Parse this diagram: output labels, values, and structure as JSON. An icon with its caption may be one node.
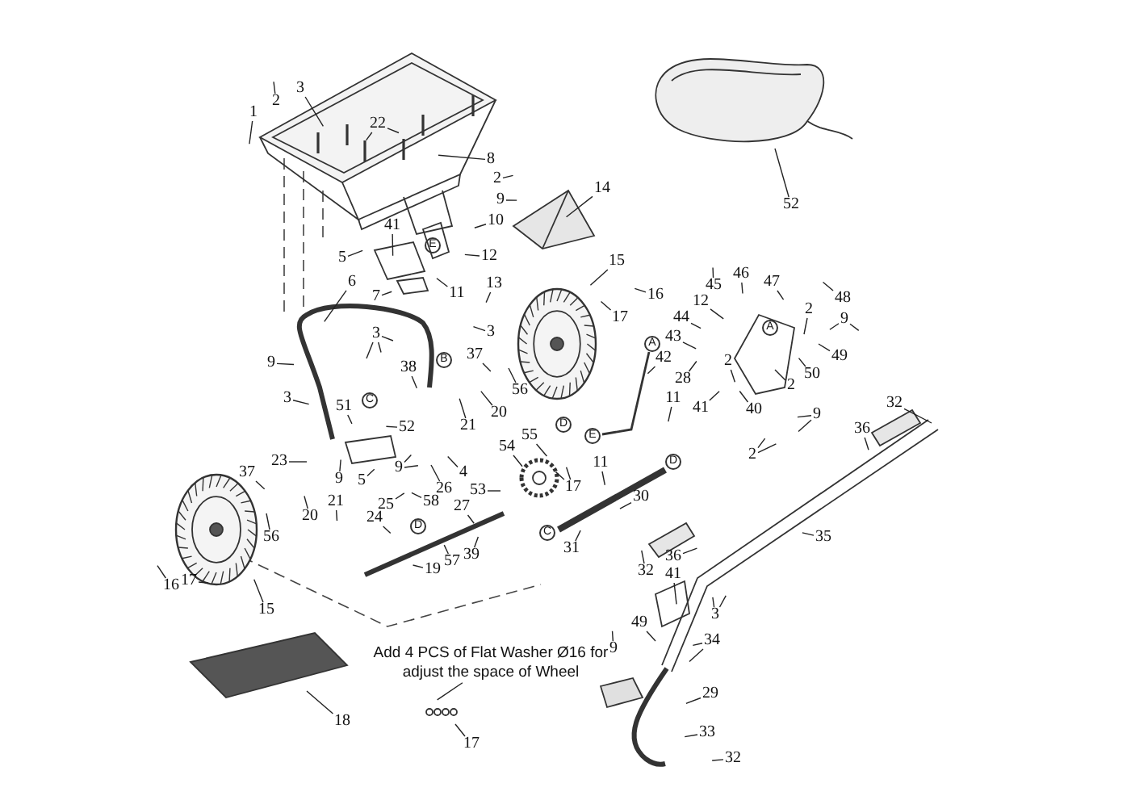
{
  "diagram": {
    "nodes": [
      {
        "text": [
          "1"
        ]
      },
      {
        "text": [
          "2"
        ]
      },
      {
        "text": [
          "3"
        ]
      },
      {
        "text": [
          "22"
        ]
      },
      {
        "text": [
          "8"
        ]
      },
      {
        "text": [
          "2"
        ]
      },
      {
        "text": [
          "9"
        ]
      },
      {
        "text": [
          "10"
        ]
      },
      {
        "text": [
          "41"
        ]
      },
      {
        "text": [
          "12"
        ]
      },
      {
        "text": [
          "5"
        ]
      },
      {
        "text": [
          "13"
        ]
      },
      {
        "text": [
          "6"
        ]
      },
      {
        "text": [
          "7"
        ]
      },
      {
        "text": [
          "11"
        ]
      },
      {
        "text": [
          "14"
        ]
      },
      {
        "text": [
          "52"
        ]
      },
      {
        "text": [
          "15"
        ]
      },
      {
        "text": [
          "16"
        ]
      },
      {
        "text": [
          "17"
        ]
      },
      {
        "text": [
          "3"
        ]
      },
      {
        "text": [
          "9"
        ]
      },
      {
        "text": [
          "3"
        ]
      },
      {
        "text": [
          "38"
        ]
      },
      {
        "text": [
          "37"
        ]
      },
      {
        "text": [
          "56"
        ]
      },
      {
        "text": [
          "20"
        ]
      },
      {
        "text": [
          "21"
        ]
      },
      {
        "text": [
          "3"
        ]
      },
      {
        "text": [
          "51"
        ]
      },
      {
        "text": [
          "52"
        ]
      },
      {
        "text": [
          "23"
        ]
      },
      {
        "text": [
          "9"
        ]
      },
      {
        "text": [
          "9"
        ]
      },
      {
        "text": [
          "5"
        ]
      },
      {
        "text": [
          "4"
        ]
      },
      {
        "text": [
          "26"
        ]
      },
      {
        "text": [
          "37"
        ]
      },
      {
        "text": [
          "20"
        ]
      },
      {
        "text": [
          "21"
        ]
      },
      {
        "text": [
          "56"
        ]
      },
      {
        "text": [
          "25"
        ]
      },
      {
        "text": [
          "24"
        ]
      },
      {
        "text": [
          "58"
        ]
      },
      {
        "text": [
          "27"
        ]
      },
      {
        "text": [
          "53"
        ]
      },
      {
        "text": [
          "54"
        ]
      },
      {
        "text": [
          "55"
        ]
      },
      {
        "text": [
          "17"
        ]
      },
      {
        "text": [
          "11"
        ]
      },
      {
        "text": [
          "30"
        ]
      },
      {
        "text": [
          "31"
        ]
      },
      {
        "text": [
          "39"
        ]
      },
      {
        "text": [
          "57"
        ]
      },
      {
        "text": [
          "19"
        ]
      },
      {
        "text": [
          "36"
        ]
      },
      {
        "text": [
          "32"
        ]
      },
      {
        "text": [
          "41"
        ]
      },
      {
        "text": [
          "16"
        ]
      },
      {
        "text": [
          "17"
        ]
      },
      {
        "text": [
          "15"
        ]
      },
      {
        "text": [
          "45"
        ]
      },
      {
        "text": [
          "46"
        ]
      },
      {
        "text": [
          "47"
        ]
      },
      {
        "text": [
          "48"
        ]
      },
      {
        "text": [
          "12"
        ]
      },
      {
        "text": [
          "44"
        ]
      },
      {
        "text": [
          "2"
        ]
      },
      {
        "text": [
          "9"
        ]
      },
      {
        "text": [
          "43"
        ]
      },
      {
        "text": [
          "42"
        ]
      },
      {
        "text": [
          "49"
        ]
      },
      {
        "text": [
          "2"
        ]
      },
      {
        "text": [
          "50"
        ]
      },
      {
        "text": [
          "28"
        ]
      },
      {
        "text": [
          "2"
        ]
      },
      {
        "text": [
          "11"
        ]
      },
      {
        "text": [
          "41"
        ]
      },
      {
        "text": [
          "40"
        ]
      },
      {
        "text": [
          "9"
        ]
      },
      {
        "text": [
          "2"
        ]
      },
      {
        "text": [
          "32"
        ]
      },
      {
        "text": [
          "36"
        ]
      },
      {
        "text": [
          "35"
        ]
      },
      {
        "text": [
          "3"
        ]
      },
      {
        "text": [
          "49"
        ]
      },
      {
        "text": [
          "34"
        ]
      },
      {
        "text": [
          "9"
        ]
      },
      {
        "text": [
          "29"
        ]
      },
      {
        "text": [
          "33"
        ]
      },
      {
        "text": [
          "32"
        ]
      },
      {
        "text": [
          "18"
        ]
      },
      {
        "text": [
          "17"
        ]
      },
      {
        "text": [
          "Add 4 PCS of Flat Washer Ø16 for adjust the space of Wheel"
        ]
      }
    ],
    "edges": [
      {
        "from": 0,
        "to": null,
        "arrow": "none"
      },
      {
        "from": 1,
        "to": null,
        "arrow": "none"
      },
      {
        "from": 2,
        "to": null,
        "arrow": "none"
      },
      {
        "from": 3,
        "to": null,
        "arrow": "none"
      },
      {
        "from": 3,
        "to": null,
        "arrow": "none"
      },
      {
        "from": 4,
        "to": null,
        "arrow": "none"
      },
      {
        "from": 5,
        "to": null,
        "arrow": "none"
      },
      {
        "from": 6,
        "to": null,
        "arrow": "none"
      },
      {
        "from": 7,
        "to": null,
        "arrow": "none"
      },
      {
        "from": 8,
        "to": null,
        "arrow": "none"
      },
      {
        "from": 9,
        "to": null,
        "arrow": "none"
      },
      {
        "from": 10,
        "to": null,
        "arrow": "none"
      },
      {
        "from": 11,
        "to": null,
        "arrow": "none"
      },
      {
        "from": 12,
        "to": null,
        "arrow": "none"
      },
      {
        "from": 13,
        "to": null,
        "arrow": "none"
      },
      {
        "from": 14,
        "to": null,
        "arrow": "none"
      },
      {
        "from": 15,
        "to": null,
        "arrow": "none"
      },
      {
        "from": 16,
        "to": null,
        "arrow": "none"
      },
      {
        "from": 17,
        "to": null,
        "arrow": "none"
      },
      {
        "from": 18,
        "to": null,
        "arrow": "none"
      },
      {
        "from": 19,
        "to": null,
        "arrow": "none"
      },
      {
        "from": 20,
        "to": null,
        "arrow": "none"
      },
      {
        "from": 21,
        "to": null,
        "arrow": "none"
      },
      {
        "from": 22,
        "to": null,
        "arrow": "none"
      },
      {
        "from": 22,
        "to": null,
        "arrow": "none"
      },
      {
        "from": 22,
        "to": null,
        "arrow": "none"
      },
      {
        "from": 23,
        "to": null,
        "arrow": "none"
      },
      {
        "from": 24,
        "to": null,
        "arrow": "none"
      },
      {
        "from": 25,
        "to": null,
        "arrow": "none"
      },
      {
        "from": 26,
        "to": null,
        "arrow": "none"
      },
      {
        "from": 27,
        "to": null,
        "arrow": "none"
      },
      {
        "from": 28,
        "to": null,
        "arrow": "none"
      },
      {
        "from": 29,
        "to": null,
        "arrow": "none"
      },
      {
        "from": 30,
        "to": null,
        "arrow": "none"
      },
      {
        "from": 31,
        "to": null,
        "arrow": "none"
      },
      {
        "from": 32,
        "to": null,
        "arrow": "none"
      },
      {
        "from": 32,
        "to": null,
        "arrow": "none"
      },
      {
        "from": 33,
        "to": null,
        "arrow": "none"
      },
      {
        "from": 34,
        "to": null,
        "arrow": "none"
      },
      {
        "from": 35,
        "to": null,
        "arrow": "none"
      },
      {
        "from": 36,
        "to": null,
        "arrow": "none"
      },
      {
        "from": 37,
        "to": null,
        "arrow": "none"
      },
      {
        "from": 38,
        "to": null,
        "arrow": "none"
      },
      {
        "from": 39,
        "to": null,
        "arrow": "none"
      },
      {
        "from": 40,
        "to": null,
        "arrow": "none"
      },
      {
        "from": 41,
        "to": null,
        "arrow": "none"
      },
      {
        "from": 42,
        "to": null,
        "arrow": "none"
      },
      {
        "from": 43,
        "to": null,
        "arrow": "none"
      },
      {
        "from": 44,
        "to": null,
        "arrow": "none"
      },
      {
        "from": 45,
        "to": null,
        "arrow": "none"
      },
      {
        "from": 46,
        "to": null,
        "arrow": "none"
      },
      {
        "from": 47,
        "to": null,
        "arrow": "none"
      },
      {
        "from": 48,
        "to": null,
        "arrow": "none"
      },
      {
        "from": 48,
        "to": null,
        "arrow": "none"
      },
      {
        "from": 49,
        "to": null,
        "arrow": "none"
      },
      {
        "from": 50,
        "to": null,
        "arrow": "none"
      },
      {
        "from": 51,
        "to": null,
        "arrow": "none"
      },
      {
        "from": 52,
        "to": null,
        "arrow": "none"
      },
      {
        "from": 53,
        "to": null,
        "arrow": "none"
      },
      {
        "from": 54,
        "to": null,
        "arrow": "none"
      },
      {
        "from": 55,
        "to": null,
        "arrow": "none"
      },
      {
        "from": 56,
        "to": null,
        "arrow": "none"
      },
      {
        "from": 57,
        "to": null,
        "arrow": "none"
      },
      {
        "from": 58,
        "to": null,
        "arrow": "none"
      },
      {
        "from": 59,
        "to": null,
        "arrow": "none"
      },
      {
        "from": 60,
        "to": null,
        "arrow": "none"
      },
      {
        "from": 61,
        "to": null,
        "arrow": "none"
      },
      {
        "from": 62,
        "to": null,
        "arrow": "none"
      },
      {
        "from": 63,
        "to": null,
        "arrow": "none"
      },
      {
        "from": 64,
        "to": null,
        "arrow": "none"
      },
      {
        "from": 65,
        "to": null,
        "arrow": "none"
      },
      {
        "from": 66,
        "to": null,
        "arrow": "none"
      },
      {
        "from": 67,
        "to": null,
        "arrow": "none"
      },
      {
        "from": 68,
        "to": null,
        "arrow": "none"
      },
      {
        "from": 68,
        "to": null,
        "arrow": "none"
      },
      {
        "from": 69,
        "to": null,
        "arrow": "none"
      },
      {
        "from": 70,
        "to": null,
        "arrow": "none"
      },
      {
        "from": 71,
        "to": null,
        "arrow": "none"
      },
      {
        "from": 72,
        "to": null,
        "arrow": "none"
      },
      {
        "from": 73,
        "to": null,
        "arrow": "none"
      },
      {
        "from": 74,
        "to": null,
        "arrow": "none"
      },
      {
        "from": 75,
        "to": null,
        "arrow": "none"
      },
      {
        "from": 76,
        "to": null,
        "arrow": "none"
      },
      {
        "from": 77,
        "to": null,
        "arrow": "none"
      },
      {
        "from": 78,
        "to": null,
        "arrow": "none"
      },
      {
        "from": 79,
        "to": null,
        "arrow": "none"
      },
      {
        "from": 79,
        "to": null,
        "arrow": "none"
      },
      {
        "from": 80,
        "to": null,
        "arrow": "none"
      },
      {
        "from": 80,
        "to": null,
        "arrow": "none"
      },
      {
        "from": 81,
        "to": null,
        "arrow": "none"
      },
      {
        "from": 82,
        "to": null,
        "arrow": "none"
      },
      {
        "from": 83,
        "to": null,
        "arrow": "none"
      },
      {
        "from": 84,
        "to": null,
        "arrow": "none"
      },
      {
        "from": 84,
        "to": null,
        "arrow": "none"
      },
      {
        "from": 85,
        "to": null,
        "arrow": "none"
      },
      {
        "from": 86,
        "to": null,
        "arrow": "none"
      },
      {
        "from": 86,
        "to": null,
        "arrow": "none"
      },
      {
        "from": 87,
        "to": null,
        "arrow": "none"
      },
      {
        "from": 88,
        "to": null,
        "arrow": "none"
      },
      {
        "from": 89,
        "to": null,
        "arrow": "none"
      },
      {
        "from": 90,
        "to": null,
        "arrow": "none"
      },
      {
        "from": 91,
        "to": null,
        "arrow": "none"
      },
      {
        "from": 92,
        "to": null,
        "arrow": "none"
      },
      {
        "from": 93,
        "to": null,
        "arrow": "none"
      }
    ],
    "labels": [
      "E",
      "A",
      "A",
      "B",
      "C",
      "D",
      "E",
      "D",
      "D",
      "C"
    ]
  }
}
